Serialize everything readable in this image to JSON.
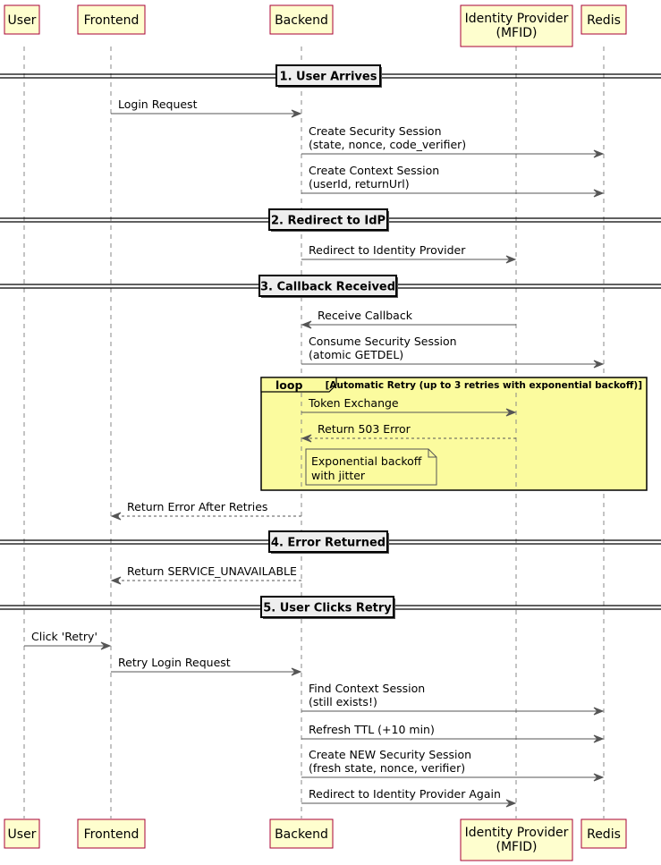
{
  "participants": [
    {
      "id": "user",
      "lines": [
        "User"
      ]
    },
    {
      "id": "frontend",
      "lines": [
        "Frontend"
      ]
    },
    {
      "id": "backend",
      "lines": [
        "Backend"
      ]
    },
    {
      "id": "idp",
      "lines": [
        "Identity Provider",
        "(MFID)"
      ]
    },
    {
      "id": "redis",
      "lines": [
        "Redis"
      ]
    }
  ],
  "dividers": [
    {
      "id": "div1",
      "label": "1. User Arrives"
    },
    {
      "id": "div2",
      "label": "2. Redirect to IdP"
    },
    {
      "id": "div3",
      "label": "3. Callback Received"
    },
    {
      "id": "div4",
      "label": "4. Error Returned"
    },
    {
      "id": "div5",
      "label": "5. User Clicks Retry"
    }
  ],
  "messages": [
    {
      "from": "frontend",
      "to": "backend",
      "dashed": false,
      "lines": [
        "Login Request"
      ]
    },
    {
      "from": "backend",
      "to": "redis",
      "dashed": false,
      "lines": [
        "Create Security Session",
        "(state, nonce, code_verifier)"
      ]
    },
    {
      "from": "backend",
      "to": "redis",
      "dashed": false,
      "lines": [
        "Create Context Session",
        "(userId, returnUrl)"
      ]
    },
    {
      "from": "backend",
      "to": "idp",
      "dashed": false,
      "lines": [
        "Redirect to Identity Provider"
      ]
    },
    {
      "from": "idp",
      "to": "backend",
      "dashed": false,
      "lines": [
        "Receive Callback"
      ]
    },
    {
      "from": "backend",
      "to": "redis",
      "dashed": false,
      "lines": [
        "Consume Security Session",
        "(atomic GETDEL)"
      ]
    },
    {
      "from": "backend",
      "to": "idp",
      "dashed": false,
      "lines": [
        "Token Exchange"
      ]
    },
    {
      "from": "idp",
      "to": "backend",
      "dashed": true,
      "lines": [
        "Return 503 Error"
      ]
    },
    {
      "from": "backend",
      "to": "frontend",
      "dashed": true,
      "lines": [
        "Return Error After Retries"
      ]
    },
    {
      "from": "backend",
      "to": "frontend",
      "dashed": true,
      "lines": [
        "Return SERVICE_UNAVAILABLE"
      ]
    },
    {
      "from": "user",
      "to": "frontend",
      "dashed": false,
      "lines": [
        "Click 'Retry'"
      ]
    },
    {
      "from": "frontend",
      "to": "backend",
      "dashed": false,
      "lines": [
        "Retry Login Request"
      ]
    },
    {
      "from": "backend",
      "to": "redis",
      "dashed": false,
      "lines": [
        "Find Context Session",
        "(still exists!)"
      ]
    },
    {
      "from": "backend",
      "to": "redis",
      "dashed": false,
      "lines": [
        "Refresh TTL (+10 min)"
      ]
    },
    {
      "from": "backend",
      "to": "redis",
      "dashed": false,
      "lines": [
        "Create NEW Security Session",
        "(fresh state, nonce, verifier)"
      ]
    },
    {
      "from": "backend",
      "to": "idp",
      "dashed": false,
      "lines": [
        "Redirect to Identity Provider Again"
      ]
    }
  ],
  "loop": {
    "keyword": "loop",
    "condition": "[Automatic Retry (up to 3 retries with exponential backoff)]"
  },
  "note": {
    "lines": [
      "Exponential backoff",
      "with jitter"
    ]
  },
  "colors": {
    "participant_fill": "#FEFECE",
    "participant_border": "#A80036",
    "loop_fill": "#FBFB9E",
    "arrow": "#555555",
    "lifeline": "#888888"
  }
}
